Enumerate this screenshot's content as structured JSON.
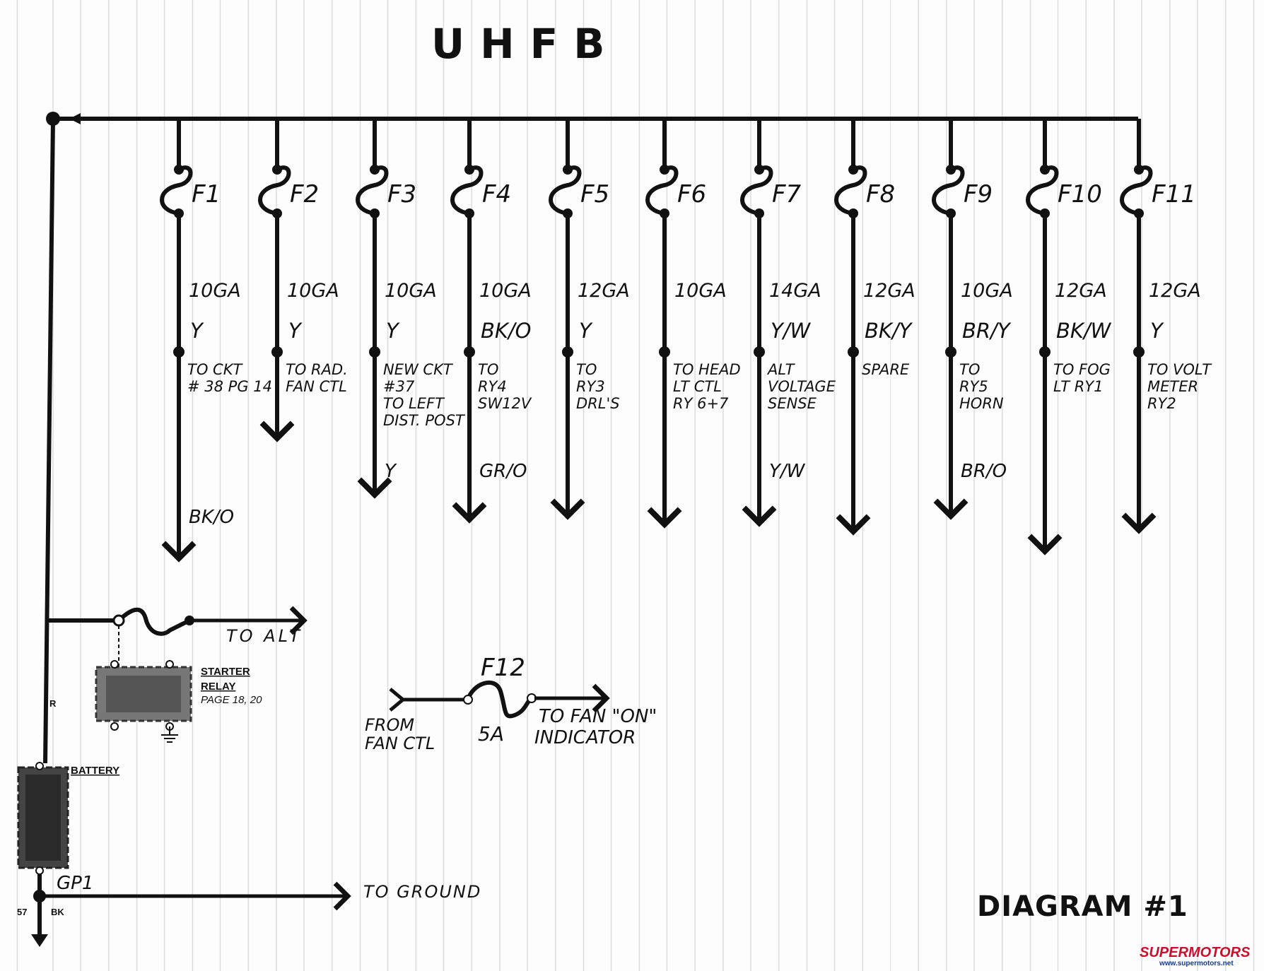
{
  "title": "UHFB",
  "footer_label": "DIAGRAM #1",
  "branches": [
    {
      "fuse": "F1",
      "gauge": "10GA",
      "color": "Y",
      "dest": [
        "TO CKT",
        "# 38 PG 14"
      ],
      "color2": "BK/O"
    },
    {
      "fuse": "F2",
      "gauge": "10GA",
      "color": "Y",
      "dest": [
        "TO RAD.",
        "FAN CTL"
      ],
      "color2": ""
    },
    {
      "fuse": "F3",
      "gauge": "10GA",
      "color": "Y",
      "dest": [
        "NEW CKT",
        "#37",
        "TO LEFT",
        "DIST. POST"
      ],
      "color2": "Y"
    },
    {
      "fuse": "F4",
      "gauge": "10GA",
      "color": "BK/O",
      "dest": [
        "TO",
        "RY4",
        "SW12V"
      ],
      "color2": "GR/O"
    },
    {
      "fuse": "F5",
      "gauge": "12GA",
      "color": "Y",
      "dest": [
        "TO",
        "RY3",
        "DRL'S"
      ],
      "color2": ""
    },
    {
      "fuse": "F6",
      "gauge": "10GA",
      "color": "",
      "dest": [
        "TO HEAD",
        "LT CTL",
        "RY 6+7"
      ],
      "color2": ""
    },
    {
      "fuse": "F7",
      "gauge": "14GA",
      "color": "Y/W",
      "dest": [
        "ALT",
        "VOLTAGE",
        "SENSE"
      ],
      "color2": "Y/W"
    },
    {
      "fuse": "F8",
      "gauge": "12GA",
      "color": "BK/Y",
      "dest": [
        "SPARE"
      ],
      "color2": ""
    },
    {
      "fuse": "F9",
      "gauge": "10GA",
      "color": "BR/Y",
      "dest": [
        "TO",
        "RY5",
        "HORN"
      ],
      "color2": "BR/O"
    },
    {
      "fuse": "F10",
      "gauge": "12GA",
      "color": "BK/W",
      "dest": [
        "TO FOG",
        "LT RY1"
      ],
      "color2": ""
    },
    {
      "fuse": "F11",
      "gauge": "12GA",
      "color": "Y",
      "dest": [
        "TO VOLT",
        "METER",
        "RY2"
      ],
      "color2": ""
    }
  ],
  "alt_label": "TO ALT",
  "starter": {
    "line1": "STARTER",
    "line2": "RELAY",
    "line3": "PAGE 18, 20",
    "mark": "R"
  },
  "battery_label": "BATTERY",
  "ground": {
    "gp": "GP1",
    "label": "TO GROUND",
    "circuit": "57",
    "wire": "BK"
  },
  "f12": {
    "fuse": "F12",
    "rating": "5A",
    "from": [
      "FROM",
      "FAN CTL"
    ],
    "to": [
      "TO FAN \"ON\"",
      "INDICATOR"
    ]
  },
  "watermark": {
    "brand": "SUPERMOTORS",
    "url": "www.supermotors.net"
  }
}
